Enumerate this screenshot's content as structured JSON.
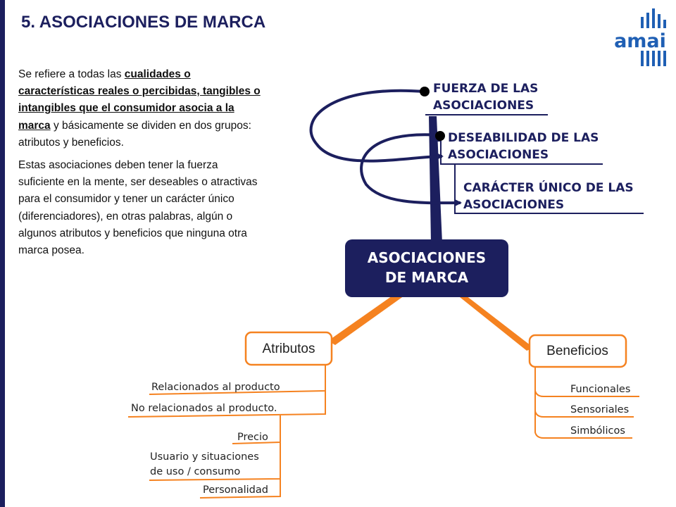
{
  "slide": {
    "title": "5. ASOCIACIONES DE MARCA",
    "logo_text": "amai"
  },
  "paragraph1": {
    "lead": "Se refiere a todas las ",
    "emphasis": "cualidades o características reales o percibidas, tangibles o intangibles que el consumidor asocia a la marca",
    "tail": " y básicamente se dividen en dos grupos: atributos y beneficios."
  },
  "paragraph2": "Estas asociaciones deben tener la fuerza suficiente en la mente, ser deseables o atractivas para el consumidor y tener un carácter único (diferenciadores), en otras palabras, algún o algunos atributos y beneficios que ninguna otra marca posea.",
  "diagram": {
    "center": {
      "line1": "ASOCIACIONES",
      "line2": "DE MARCA"
    },
    "top_labels": [
      {
        "line1": "FUERZA DE LAS",
        "line2": "ASOCIACIONES"
      },
      {
        "line1": "DESEABILIDAD DE LAS",
        "line2": "ASOCIACIONES"
      },
      {
        "line1": "CARÁCTER ÚNICO DE LAS",
        "line2": "ASOCIACIONES"
      }
    ],
    "attributes": {
      "label": "Atributos",
      "items": [
        "Relacionados al producto",
        "No relacionados al producto."
      ],
      "sub_items": [
        {
          "line1": "Precio",
          "line2": ""
        },
        {
          "line1": "Usuario y situaciones",
          "line2": "de uso / consumo"
        },
        {
          "line1": "Personalidad",
          "line2": ""
        }
      ]
    },
    "benefits": {
      "label": "Beneficios",
      "items": [
        "Funcionales",
        "Sensoriales",
        "Simbólicos"
      ]
    }
  },
  "colors": {
    "navy": "#1c1f5e",
    "orange": "#f58220",
    "logo_blue": "#1f5fb4"
  }
}
